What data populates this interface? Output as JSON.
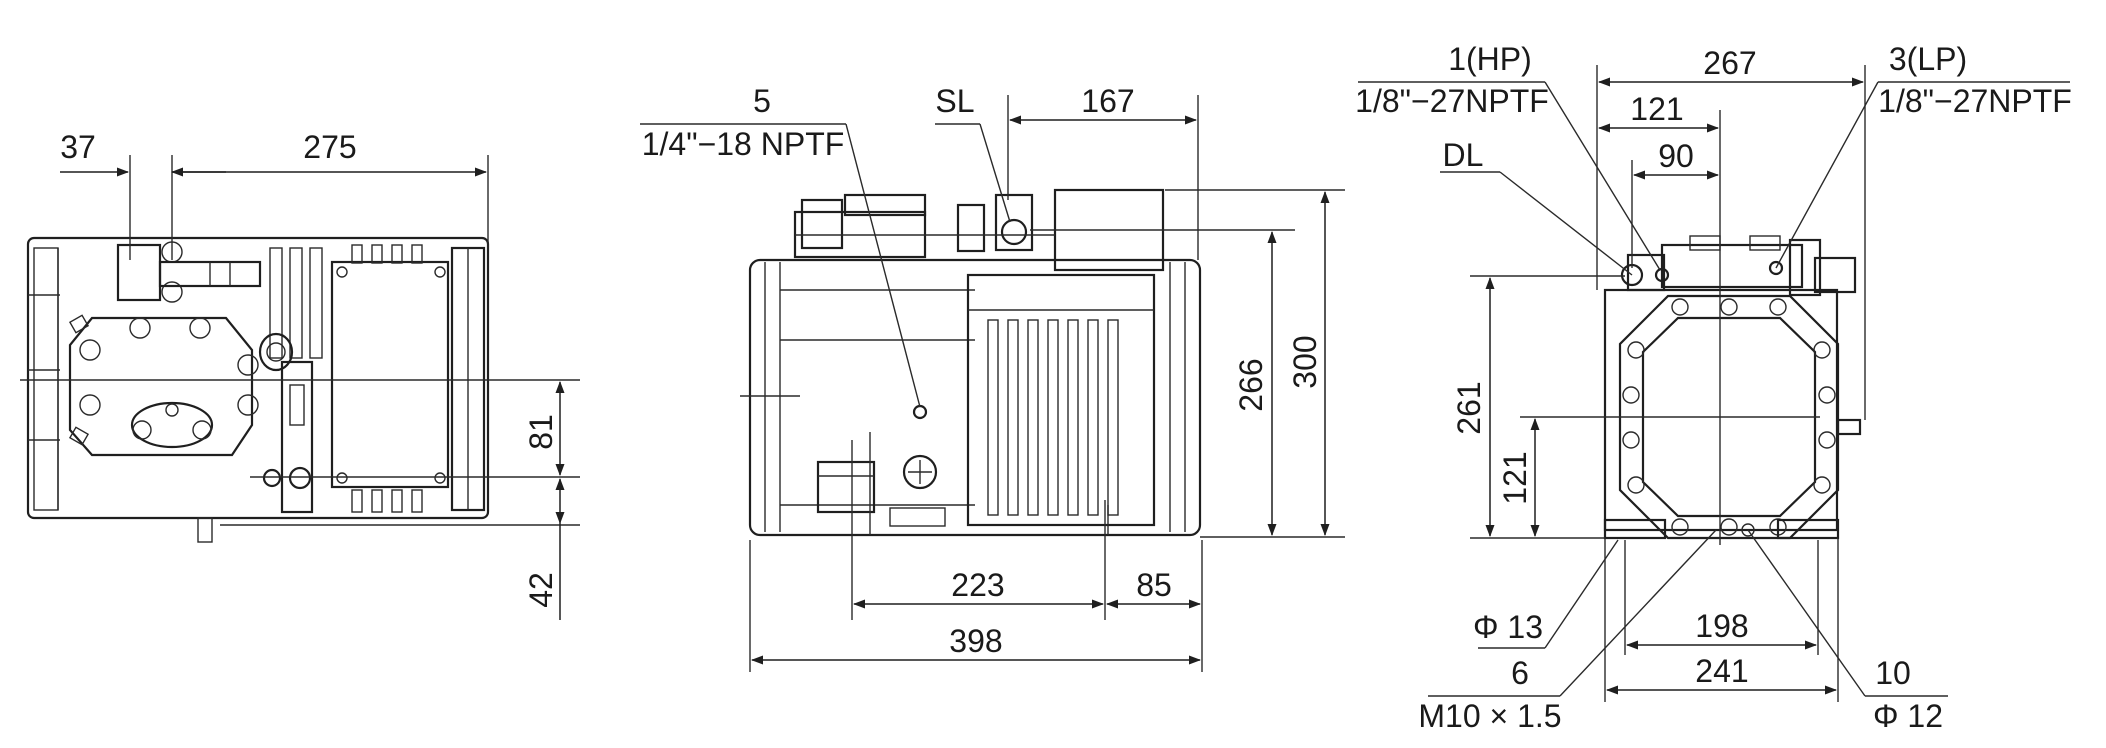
{
  "labels": {
    "left": {
      "d37": "37",
      "d275": "275",
      "d81": "81",
      "d42": "42"
    },
    "middle": {
      "n5": "5",
      "npt": "1/4\"−18 NPTF",
      "sl": "SL",
      "d167": "167",
      "d266": "266",
      "d300": "300",
      "d223": "223",
      "d85": "85",
      "d398": "398"
    },
    "right": {
      "hp": "1(HP)",
      "hp_thread": "1/8\"−27NPTF",
      "lp": "3(LP)",
      "lp_thread": "1/8\"−27NPTF",
      "dl": "DL",
      "d267": "267",
      "d121top": "121",
      "d90": "90",
      "d261": "261",
      "d121side": "121",
      "phi13": "Φ 13",
      "d198": "198",
      "d241": "241",
      "n6": "6",
      "m10": "M10 × 1.5",
      "n10": "10",
      "phi12": "Φ 12"
    }
  }
}
